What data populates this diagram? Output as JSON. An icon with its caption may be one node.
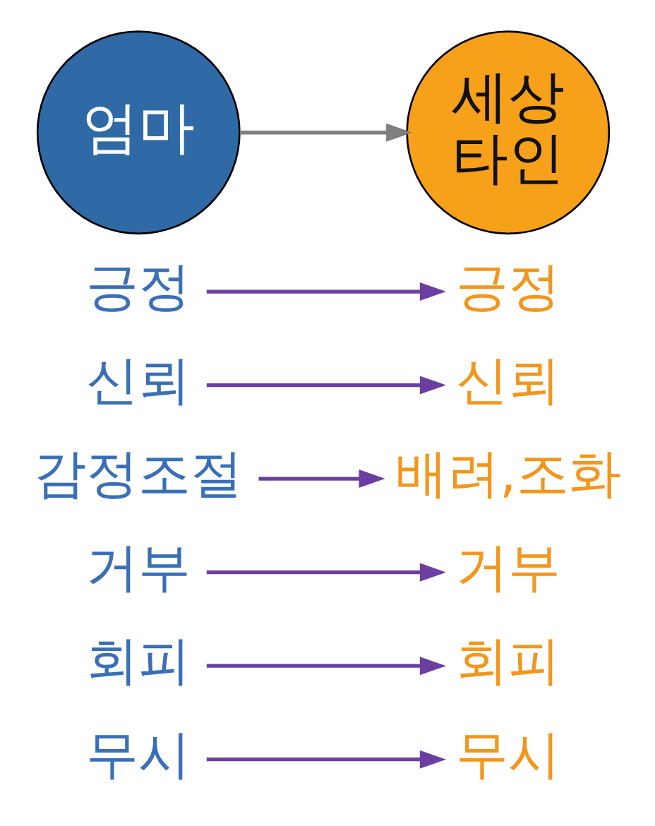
{
  "diagram": {
    "nodes": [
      {
        "text": [
          "엄마"
        ]
      },
      {
        "text": [
          "세상 타인"
        ]
      },
      {
        "text": [
          "긍정"
        ]
      },
      {
        "text": [
          "신뢰"
        ]
      },
      {
        "text": [
          "감정조절"
        ]
      },
      {
        "text": [
          "거부"
        ]
      },
      {
        "text": [
          "회피"
        ]
      },
      {
        "text": [
          "무시"
        ]
      },
      {
        "text": [
          "긍정"
        ]
      },
      {
        "text": [
          "신뢰"
        ]
      },
      {
        "text": [
          "배려,조화"
        ]
      },
      {
        "text": [
          "거부"
        ]
      },
      {
        "text": [
          "회피"
        ]
      },
      {
        "text": [
          "무시"
        ]
      }
    ],
    "edges": [
      {
        "from": 0,
        "to": 1,
        "arrow": "to",
        "color": "#7f7f7f"
      },
      {
        "from": 2,
        "to": 8,
        "arrow": "to"
      },
      {
        "from": 3,
        "to": 9,
        "arrow": "to"
      },
      {
        "from": 4,
        "to": 10,
        "arrow": "to"
      },
      {
        "from": 5,
        "to": 11,
        "arrow": "to"
      },
      {
        "from": 6,
        "to": 12,
        "arrow": "to"
      },
      {
        "from": 7,
        "to": 13,
        "arrow": "to"
      }
    ]
  }
}
